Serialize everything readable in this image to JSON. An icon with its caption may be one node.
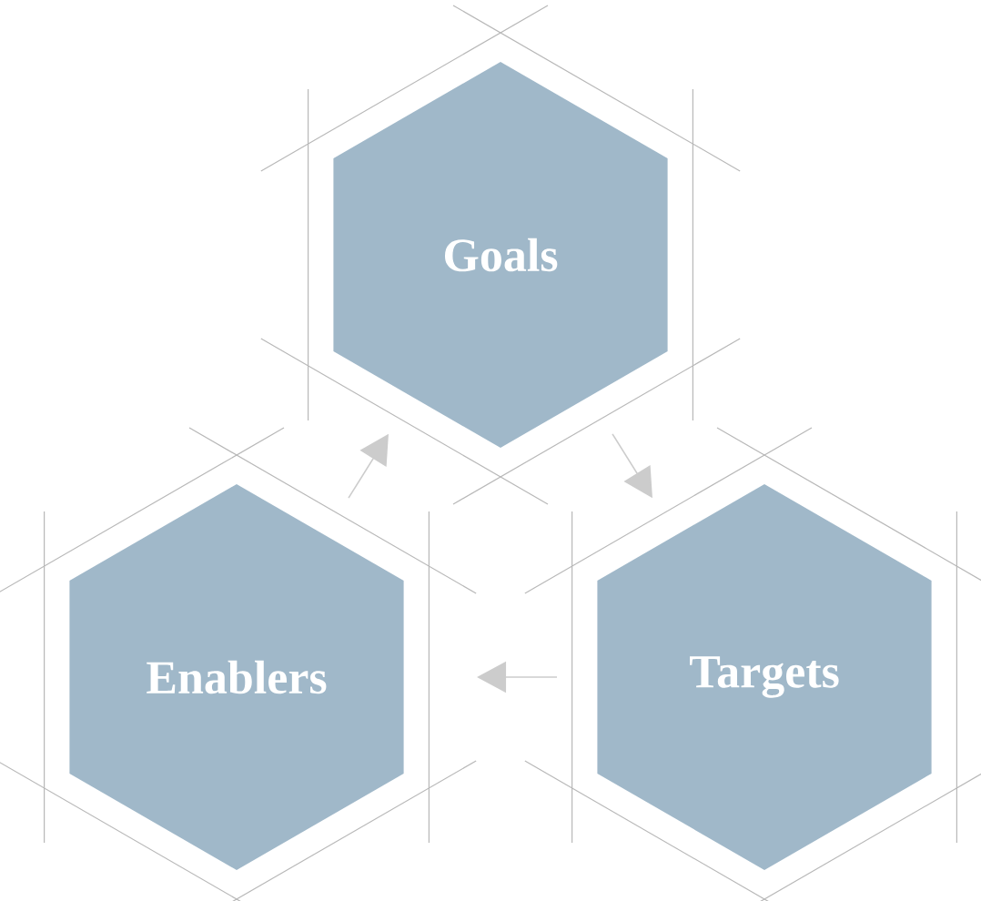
{
  "diagram": {
    "nodes": [
      {
        "text": [
          "Goals"
        ]
      },
      {
        "text": [
          "Enablers"
        ]
      },
      {
        "text": [
          "Targets"
        ]
      }
    ],
    "edges": [
      {
        "from": 0,
        "to": 2,
        "arrow": "to"
      },
      {
        "from": 2,
        "to": 1,
        "arrow": "to"
      },
      {
        "from": 1,
        "to": 0,
        "arrow": "to"
      }
    ]
  }
}
